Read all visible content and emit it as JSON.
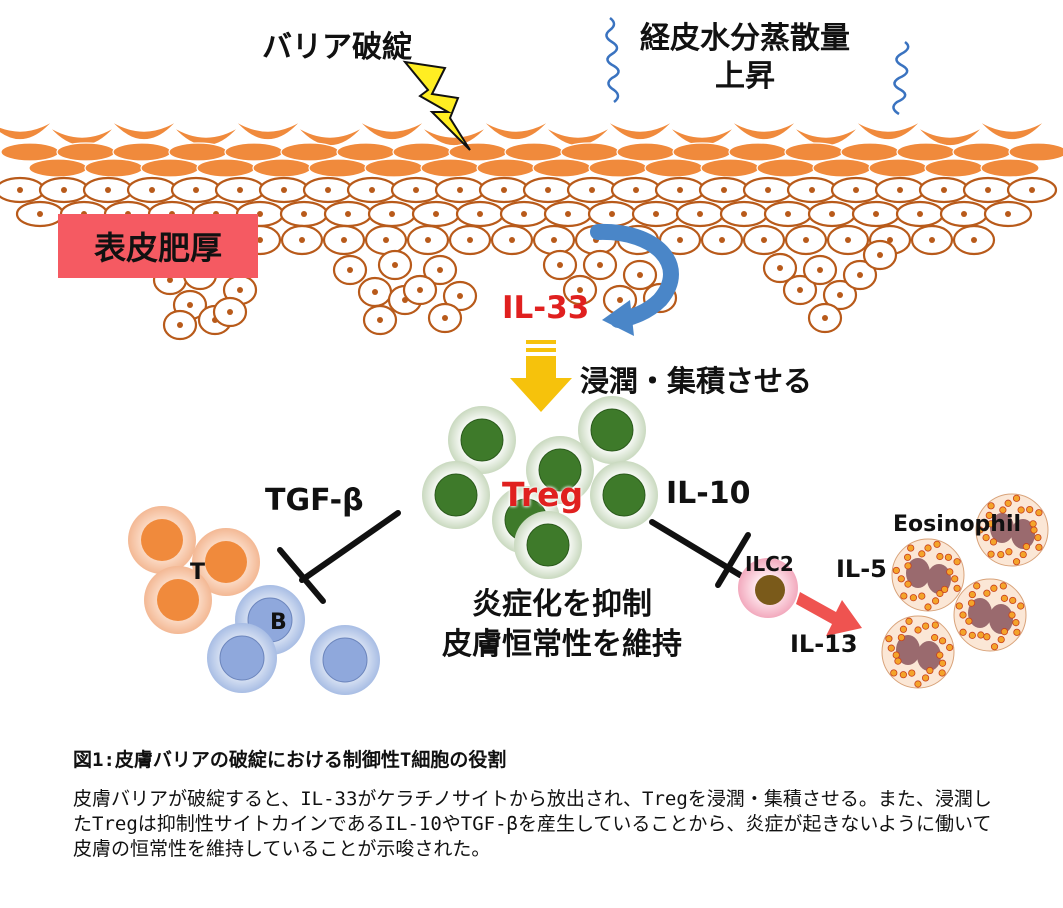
{
  "labels": {
    "barrier": "バリア破綻",
    "tewl_line1": "経皮水分蒸散量",
    "tewl_line2": "上昇",
    "thickening": "表皮肥厚",
    "il33": "IL-33",
    "infiltrate": "浸潤・集積させる",
    "treg": "Treg",
    "tgf": "TGF-β",
    "il10": "IL-10",
    "suppress_line1": "炎症化を抑制",
    "suppress_line2": "皮膚恒常性を維持",
    "t_cell": "T",
    "b_cell": "B",
    "ilc2": "ILC2",
    "il5": "IL-5",
    "il13": "IL-13",
    "eosinophil": "Eosinophil"
  },
  "caption": {
    "title": "図1:皮膚バリアの破綻における制御性T細胞の役割",
    "body": "皮膚バリアが破綻すると、IL-33がケラチノサイトから放出され、Tregを浸潤・集積させる。また、浸潤したTregは抑制性サイトカインであるIL-10やTGF-βを産生していることから、炎症が起きないように働いて皮膚の恒常性を維持していることが示唆された。"
  },
  "colors": {
    "keratinocyte": "#f08a3c",
    "cell_outline": "#b85a1a",
    "thick_box": "#f55a62",
    "highlight_red": "#e0201f",
    "treg_nucleus": "#3e7a2a",
    "treg_halo": "#dfe8d6",
    "b_cell": "#8fa8dc",
    "t_cell": "#f08a3c",
    "arrow_yellow": "#f6c20c",
    "arrow_blue": "#4a86c8"
  }
}
